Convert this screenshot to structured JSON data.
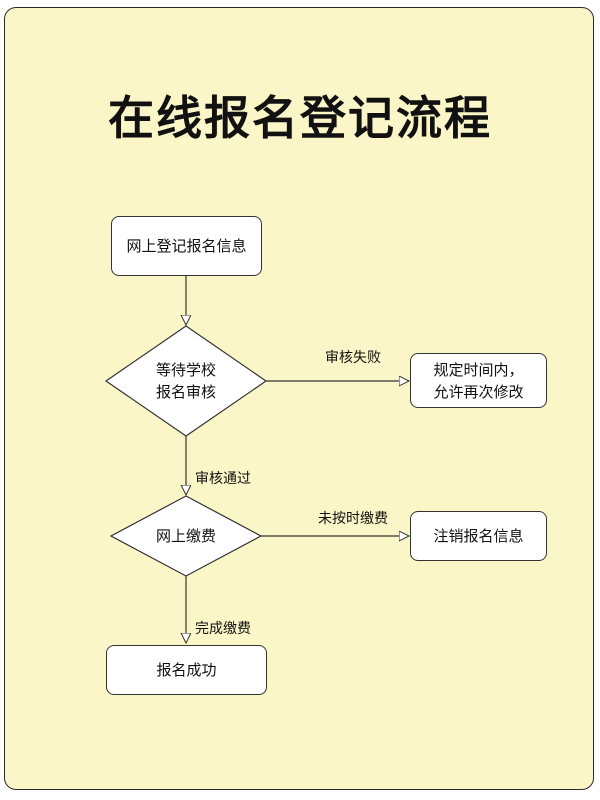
{
  "title": "在线报名登记流程",
  "nodes": {
    "register": "网上登记报名信息",
    "review_line1": "等待学校",
    "review_line2": "报名审核",
    "retry_line1": "规定时间内，",
    "retry_line2": "允许再次修改",
    "pay": "网上缴费",
    "cancel": "注销报名信息",
    "done": "报名成功"
  },
  "edges": {
    "review_fail": "审核失败",
    "review_pass": "审核通过",
    "late_pay": "未按时缴费",
    "paid": "完成缴费"
  },
  "colors": {
    "background": "#fbf6c8",
    "node_fill": "#ffffff",
    "stroke": "#333333"
  }
}
